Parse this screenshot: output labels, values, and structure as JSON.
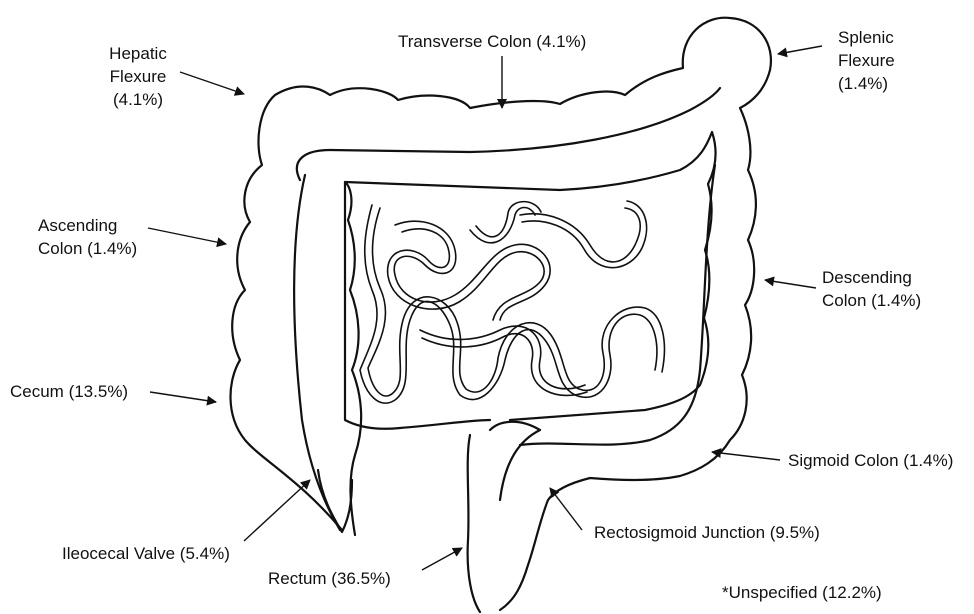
{
  "labels": {
    "hepatic_flexure": {
      "l1": "Hepatic",
      "l2": "Flexure",
      "l3": "(4.1%)"
    },
    "transverse_colon": "Transverse Colon (4.1%)",
    "splenic_flexure": {
      "l1": "Splenic",
      "l2": "Flexure",
      "l3": "(1.4%)"
    },
    "ascending_colon": {
      "l1": "Ascending",
      "l2": "Colon (1.4%)"
    },
    "descending_colon": {
      "l1": "Descending",
      "l2": "Colon (1.4%)"
    },
    "cecum": "Cecum (13.5%)",
    "sigmoid_colon": "Sigmoid Colon (1.4%)",
    "ileocecal_valve": "Ileocecal Valve (5.4%)",
    "rectosigmoid_junction": "Rectosigmoid Junction (9.5%)",
    "rectum": "Rectum (36.5%)",
    "unspecified": "*Unspecified (12.2%)"
  },
  "colors": {
    "outline": "#111111",
    "background": "#ffffff"
  }
}
